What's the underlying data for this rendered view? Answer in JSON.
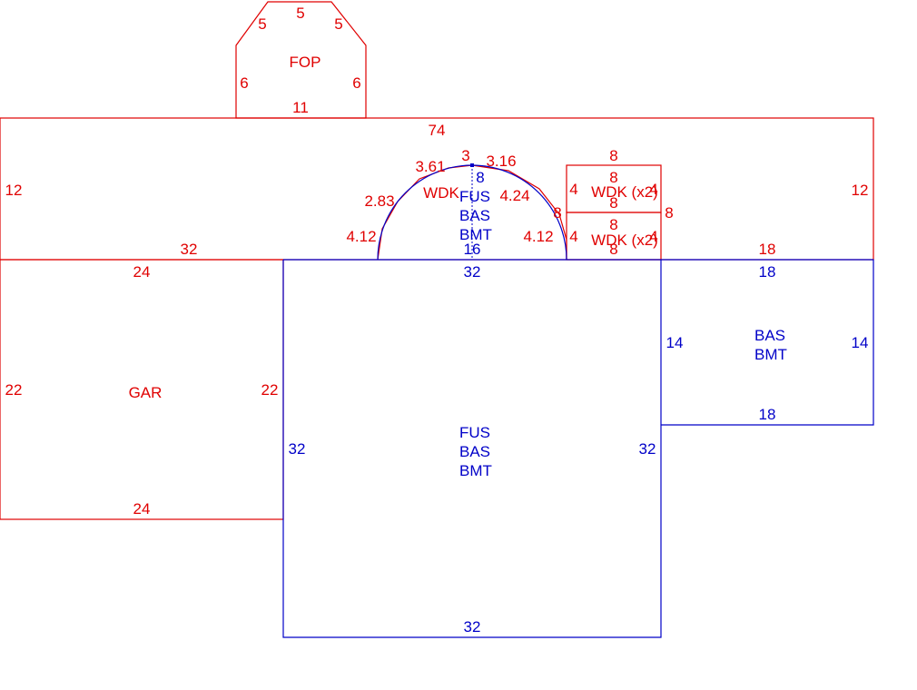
{
  "colors": {
    "red": "#e00000",
    "blue": "#0000c8",
    "background": "#ffffff"
  },
  "fop": {
    "label": "FOP",
    "dims": {
      "top": "5",
      "top_left": "5",
      "top_right": "5",
      "left": "6",
      "right": "6",
      "bottom": "11"
    }
  },
  "main_strip": {
    "dims": {
      "top": "74",
      "left": "12",
      "right": "12",
      "bottom_left": "32",
      "bottom_right": "18"
    }
  },
  "semicircle": {
    "wdk_label": "WDK",
    "area_labels": {
      "line1": "FUS",
      "line2": "BAS",
      "line3": "BMT"
    },
    "dims": {
      "a": "4.12",
      "b": "2.83",
      "c": "3.61",
      "d": "3",
      "e": "3.16",
      "f": "4.24",
      "g": "8",
      "h": "4.12",
      "i": "8",
      "base": "16"
    }
  },
  "wdk_upper": {
    "label": "WDK (x2)",
    "dims": {
      "top": "8",
      "bottom": "8",
      "left": "4",
      "right": "4"
    }
  },
  "wdk_lower": {
    "label": "WDK (x2)",
    "dims": {
      "top": "8",
      "bottom": "8",
      "left": "4",
      "right": "4",
      "outer_right": "8"
    }
  },
  "garage": {
    "label": "GAR",
    "dims": {
      "top": "24",
      "bottom": "24",
      "left": "22",
      "right": "22"
    }
  },
  "center": {
    "area_labels": {
      "line1": "FUS",
      "line2": "BAS",
      "line3": "BMT"
    },
    "dims": {
      "top": "32",
      "bottom": "32",
      "left": "32",
      "right": "32"
    }
  },
  "right_block": {
    "area_labels": {
      "line1": "BAS",
      "line2": "BMT"
    },
    "dims": {
      "top": "18",
      "bottom": "18",
      "left": "14",
      "right": "14"
    }
  }
}
